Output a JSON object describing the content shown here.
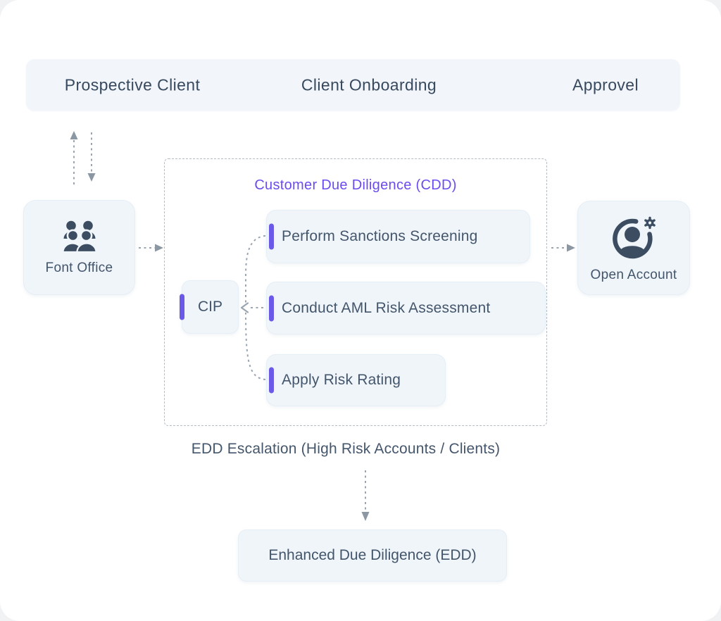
{
  "stage_bar": {
    "items": [
      {
        "label": "Prospective Client"
      },
      {
        "label": "Client Onboarding"
      },
      {
        "label": "Approvel"
      }
    ]
  },
  "front_office": {
    "label": "Font Office",
    "icon": "people-group-icon"
  },
  "open_account": {
    "label": "Open Account",
    "icon": "account-settings-icon"
  },
  "cdd": {
    "title": "Customer Due Diligence (CDD)",
    "cip_label": "CIP",
    "tasks": [
      {
        "label": "Perform Sanctions Screening"
      },
      {
        "label": "Conduct AML Risk Assessment"
      },
      {
        "label": "Apply Risk Rating"
      }
    ]
  },
  "edd": {
    "escalation_label": "EDD Escalation (High Risk Accounts / Clients)",
    "box_label": "Enhanced Due Diligence (EDD)"
  },
  "colors": {
    "title_purple": "#6C4BF0",
    "accent_purple": "#6B5AE8",
    "node_bg": "#F0F5FA",
    "stage_bar_bg": "#F2F6FA",
    "text_dark": "#44566C",
    "connector_gray": "#9AA5B1",
    "dashed_border_gray": "#B3BCC7",
    "icon_slate": "#3C4D61"
  }
}
